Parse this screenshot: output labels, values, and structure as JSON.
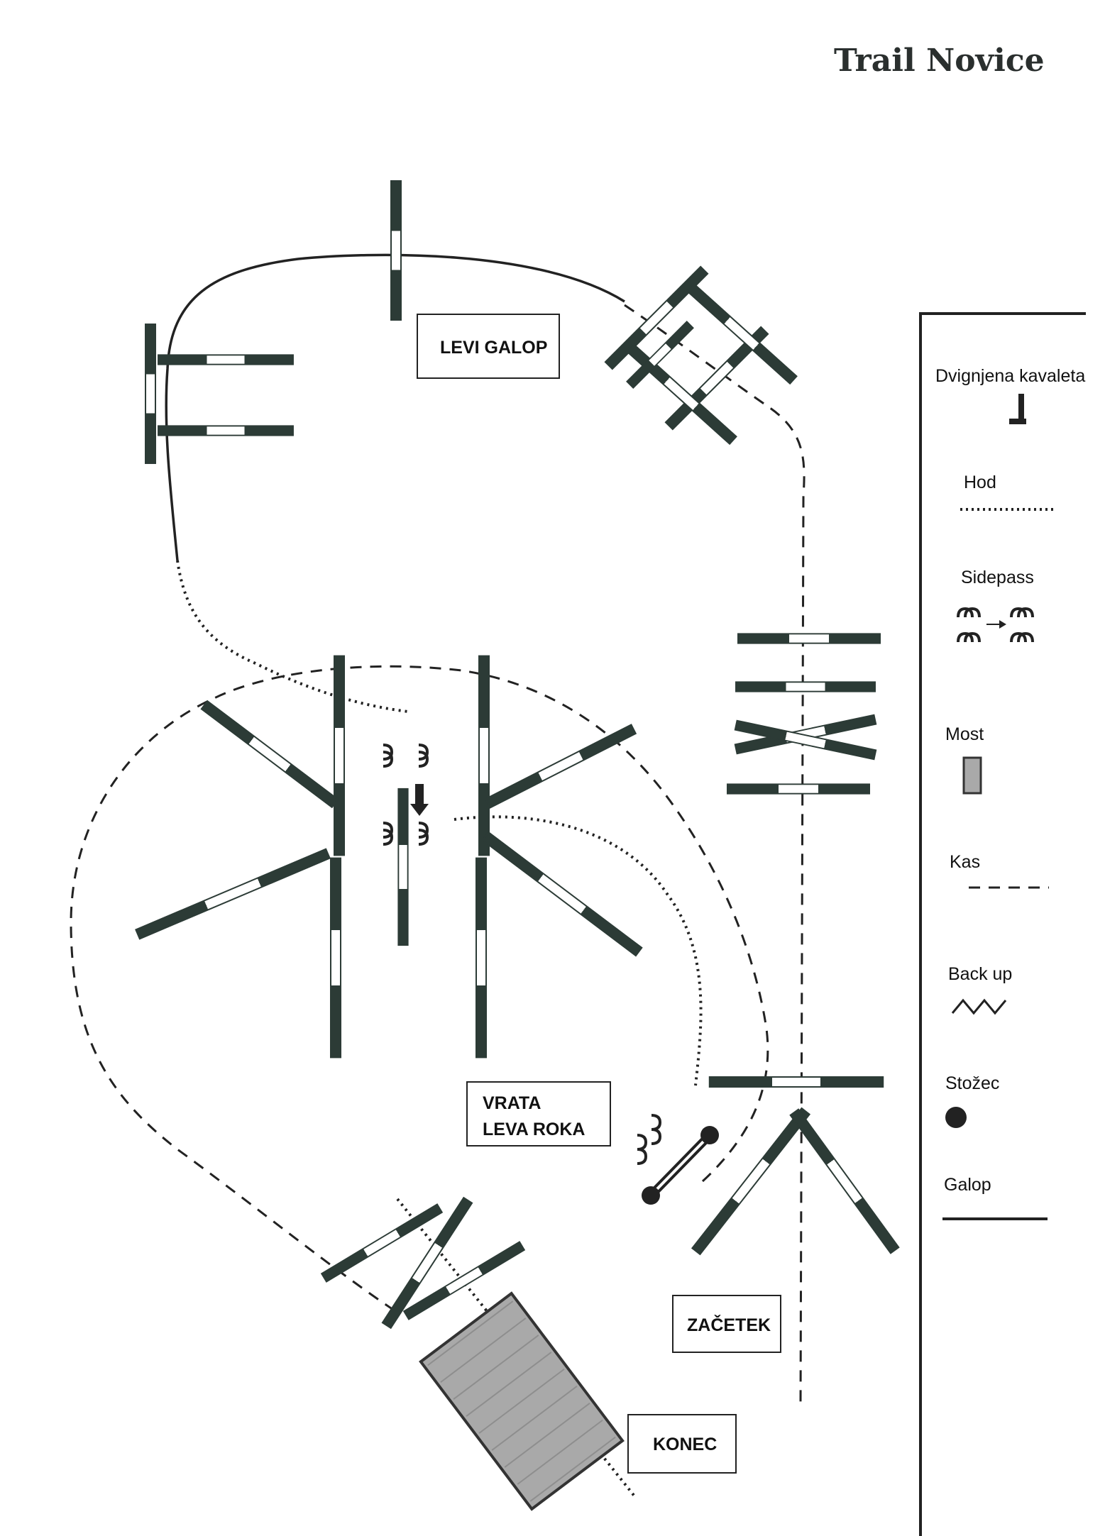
{
  "title": "Trail Novice",
  "labels": {
    "lope_left": "LEVI GALOP",
    "gate_line1": "VRATA",
    "gate_line2": "LEVA ROKA",
    "start": "ZAČETEK",
    "end": "KONEC"
  },
  "legend": {
    "raised_cavaletti": "Dvignjena kavaleta",
    "walk": "Hod",
    "sidepass": "Sidepass",
    "bridge": "Most",
    "trot": "Kas",
    "back_up": "Back up",
    "cone": "Stožec",
    "lope": "Galop"
  },
  "colors": {
    "pole_dark": "#2c3b36",
    "pole_light": "#ffffff",
    "bridge_fill": "#a9a9a9",
    "ink": "#222222"
  }
}
